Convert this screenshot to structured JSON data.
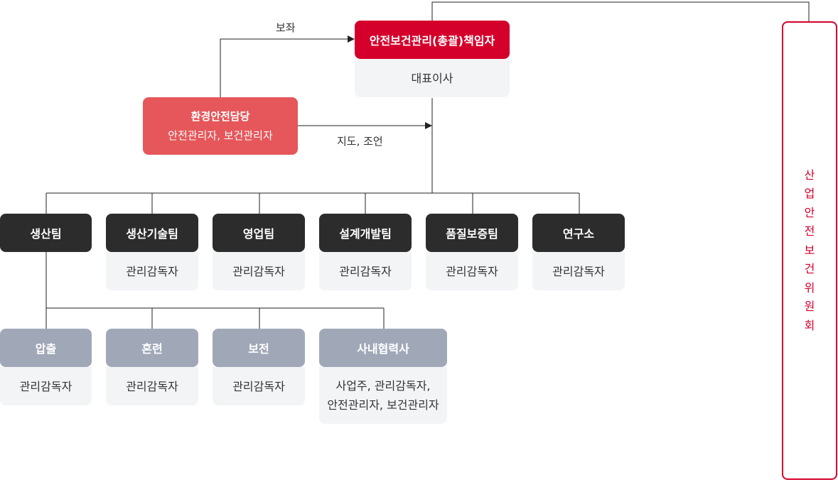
{
  "top": {
    "title": "안전보건관리(총괄)책임자",
    "role": "대표이사",
    "color": "#d4002b"
  },
  "assist_label": "보좌",
  "guide_label": "지도, 조언",
  "env": {
    "title": "환경안전담당",
    "roles": "안전관리자, 보건관리자",
    "color": "#e5575a"
  },
  "teams": [
    {
      "name": "생산팀",
      "role": ""
    },
    {
      "name": "생산기술팀",
      "role": "관리감독자"
    },
    {
      "name": "영업팀",
      "role": "관리감독자"
    },
    {
      "name": "설계개발팀",
      "role": "관리감독자"
    },
    {
      "name": "품질보증팀",
      "role": "관리감독자"
    },
    {
      "name": "연구소",
      "role": "관리감독자"
    }
  ],
  "subteams": [
    {
      "name": "압출",
      "role_lines": [
        "관리감독자"
      ]
    },
    {
      "name": "혼련",
      "role_lines": [
        "관리감독자"
      ]
    },
    {
      "name": "보전",
      "role_lines": [
        "관리감독자"
      ]
    },
    {
      "name": "사내협력사",
      "role_lines": [
        "사업주, 관리감독자,",
        "안전관리자, 보건관리자"
      ]
    }
  ],
  "committee": {
    "chars": [
      "산",
      "업",
      "안",
      "전",
      "보",
      "건",
      "위",
      "원",
      "회"
    ],
    "color": "#d4002b"
  },
  "colors": {
    "team_head": "#2c2c2c",
    "subteam_head": "#a0a8b8",
    "body_bg": "#f3f4f6",
    "line": "#222222"
  }
}
